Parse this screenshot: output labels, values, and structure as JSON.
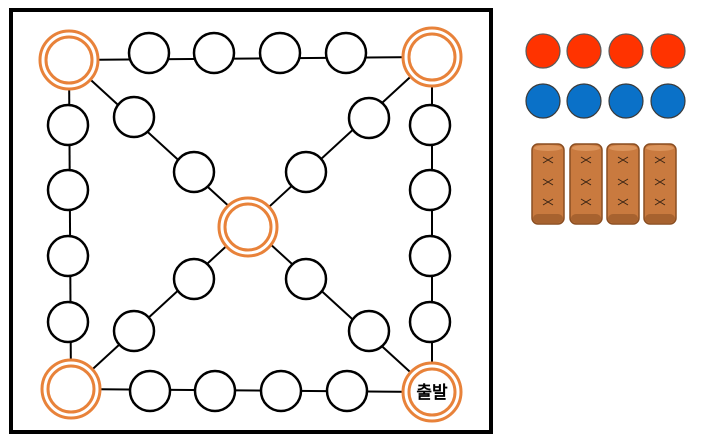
{
  "board": {
    "start_label": "출발",
    "colors": {
      "frame": "#000000",
      "line": "#000000",
      "station_fill": "#ffffff",
      "corner_ring": "#e8823a"
    }
  },
  "pieces": {
    "red_tokens": {
      "count": 4,
      "color": "#ff3300",
      "outline": "#5a5a5a"
    },
    "blue_tokens": {
      "count": 4,
      "color": "#0a71c8",
      "outline": "#3a3a3a"
    },
    "yut_sticks": {
      "count": 4,
      "color": "#c97a3f",
      "dark": "#8a4e22",
      "mark_color": "#3a2414"
    }
  }
}
